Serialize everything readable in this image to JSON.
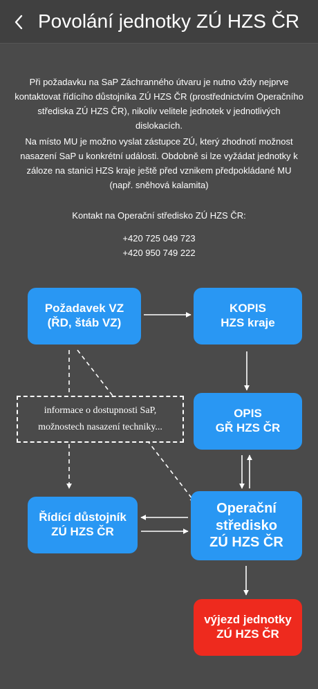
{
  "header": {
    "title": "Povolání jednotky ZÚ HZS ČR",
    "back_icon": "chevron-left-icon"
  },
  "intro": {
    "paragraph1": "Při požadavku na SaP Záchranného útvaru je nutno vždy nejprve kontaktovat řídícího důstojníka ZÚ HZS ČR (prostřednictvím Operačního střediska ZÚ HZS ČR), nikoliv velitele jednotek v jednotlivých dislokacích.",
    "paragraph2": "Na místo MU je možno vyslat zástupce ZÚ, který zhodnotí možnost nasazení SaP u konkrétní události. Obdobně si lze vyžádat jednotky k záloze na stanici HZS kraje ještě před vznikem předpokládané MU (např. sněhová kalamita)",
    "contact_label": "Kontakt na Operační středisko ZÚ HZS ČR:",
    "phones": [
      "+420 725 049 723",
      "+420 950 749 222"
    ]
  },
  "diagram": {
    "nodes": {
      "pozadavek": [
        "Požadavek VZ",
        "(ŘD, štáb VZ)"
      ],
      "kopis": [
        "KOPIS",
        "HZS kraje"
      ],
      "opis": [
        "OPIS",
        "GŘ HZS ČR"
      ],
      "operacni": [
        "Operační",
        "středisko",
        "ZÚ HZS ČR"
      ],
      "ridici": [
        "Řídící důstojník",
        "ZÚ HZS ČR"
      ],
      "vyjezd": [
        "výjezd jednotky",
        "ZÚ HZS ČR"
      ]
    },
    "info_note": [
      "informace o dostupnosti SaP,",
      "možnostech nasazení techniky..."
    ],
    "colors": {
      "node_blue": "#2997f3",
      "node_red": "#ee2a1e",
      "background": "#4a4a4a",
      "arrow": "#ffffff"
    }
  }
}
